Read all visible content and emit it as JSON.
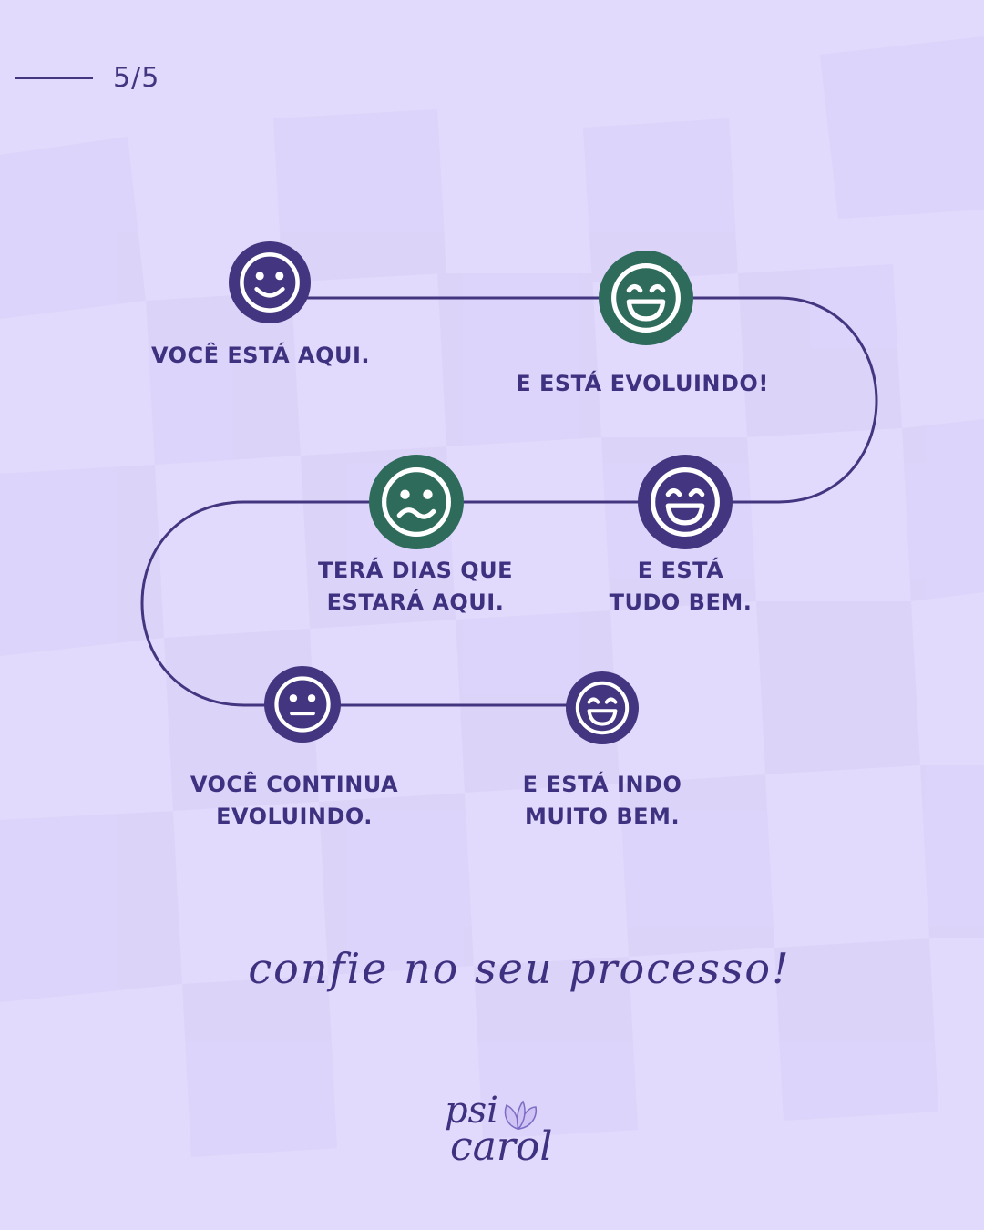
{
  "pager": {
    "text": "5/5"
  },
  "colors": {
    "background": "#e2dafc",
    "purple": "#43357f",
    "green": "#2e6b5b",
    "text": "#3e3180"
  },
  "steps": [
    {
      "label_lines": [
        "VOCÊ ESTÁ AQUI."
      ],
      "icon": "smile-icon",
      "color": "purple"
    },
    {
      "label_lines": [
        "E ESTÁ EVOLUINDO!"
      ],
      "icon": "grin-icon",
      "color": "green"
    },
    {
      "label_lines": [
        "E ESTÁ",
        "TUDO BEM."
      ],
      "icon": "grin-icon",
      "color": "purple"
    },
    {
      "label_lines": [
        "TERÁ DIAS QUE",
        "ESTARÁ AQUI."
      ],
      "icon": "worried-icon",
      "color": "green"
    },
    {
      "label_lines": [
        "VOCÊ CONTINUA",
        "EVOLUINDO."
      ],
      "icon": "neutral-icon",
      "color": "purple"
    },
    {
      "label_lines": [
        "E ESTÁ INDO",
        "MUITO BEM."
      ],
      "icon": "grin-icon",
      "color": "purple"
    }
  ],
  "tagline": "confie no seu processo!",
  "logo": {
    "line1": "psi",
    "line2": "carol"
  }
}
